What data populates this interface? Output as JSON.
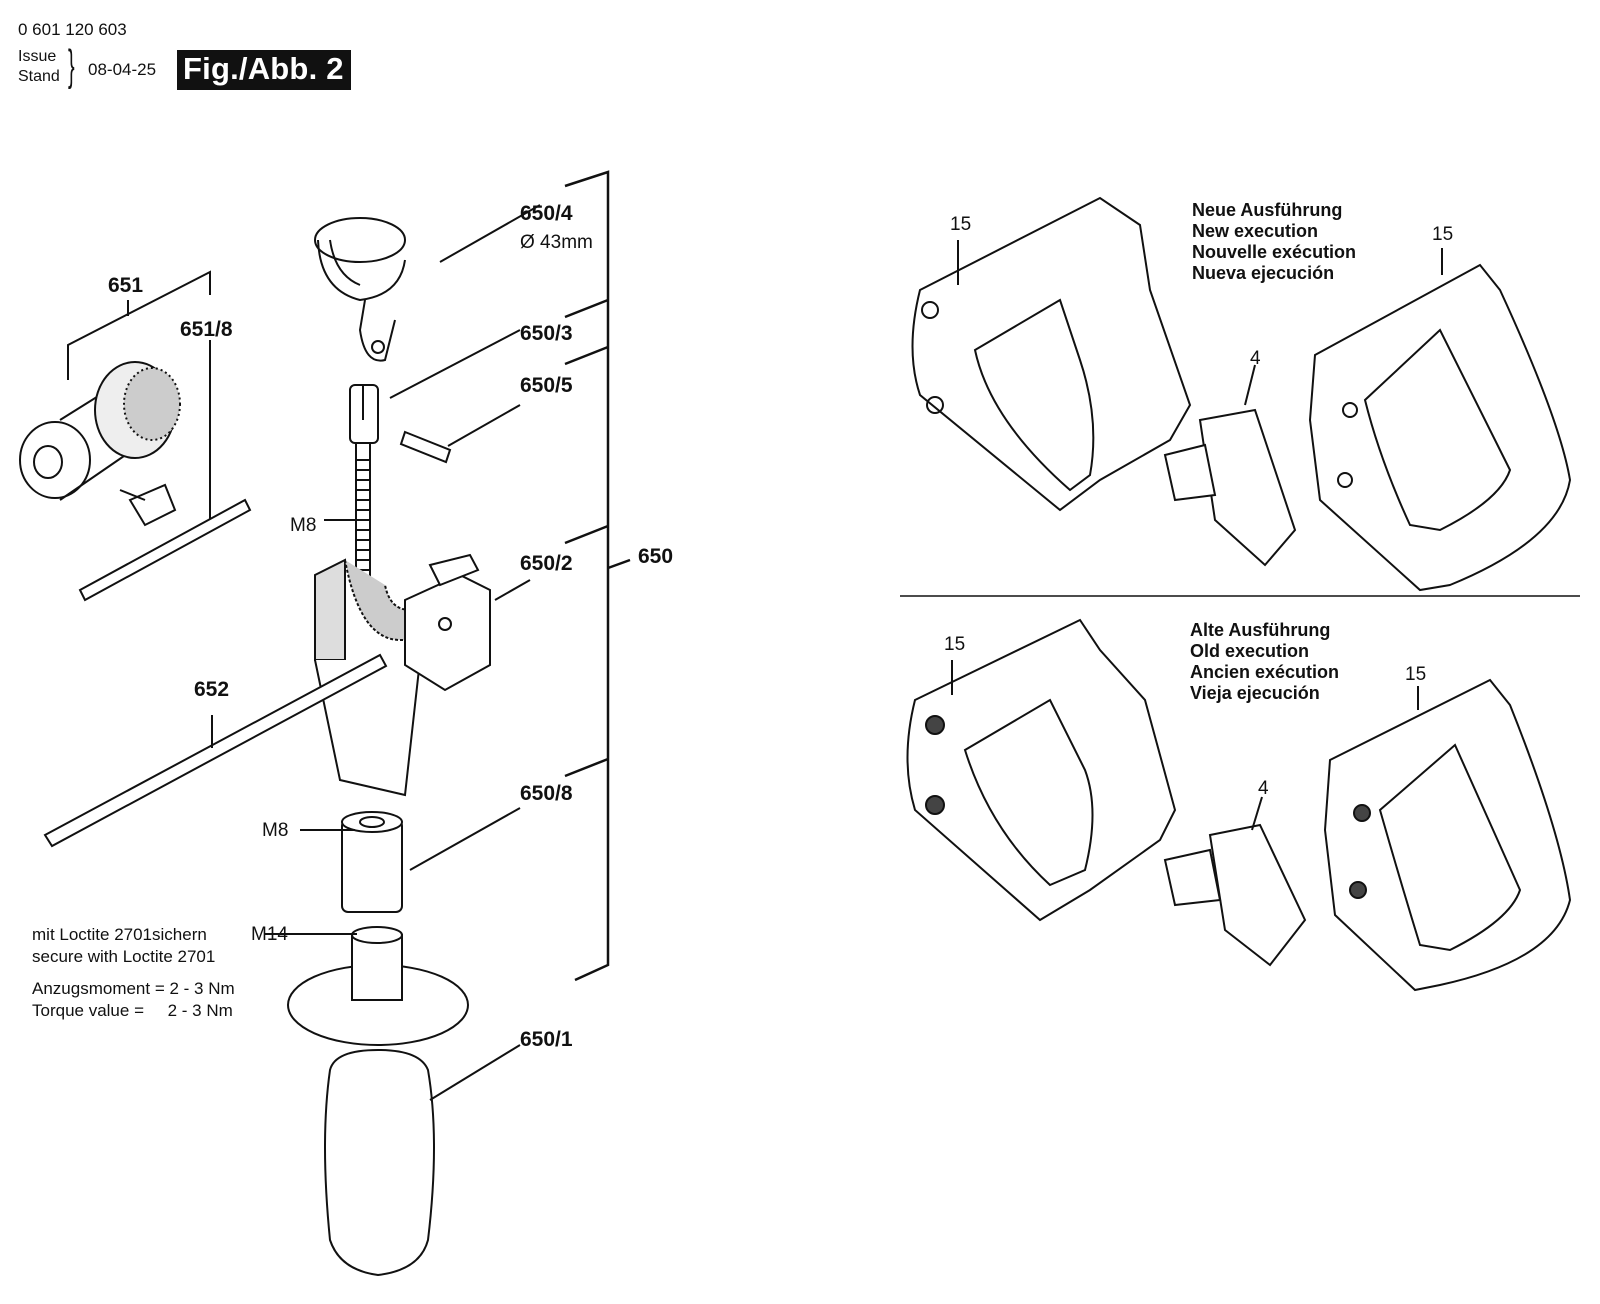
{
  "header": {
    "part_number": "0 601 120 603",
    "issue_label": "Issue",
    "stand_label": "Stand",
    "date": "08-04-25",
    "figure": "Fig./Abb. 2"
  },
  "labels": {
    "p651": "651",
    "p651_8": "651/8",
    "p650_4": "650/4",
    "p650_4_dim": "Ø 43mm",
    "p650_3": "650/3",
    "p650_5": "650/5",
    "m8_top": "M8",
    "p650_2": "650/2",
    "p650": "650",
    "p652": "652",
    "p650_8": "650/8",
    "m8_bottom": "M8",
    "m14": "M14",
    "p650_1": "650/1",
    "new_15_left": "15",
    "new_15_right": "15",
    "new_4": "4",
    "old_15_left": "15",
    "old_15_right": "15",
    "old_4": "4"
  },
  "note": {
    "line1": "mit Loctite 2701sichern",
    "line2": "secure with Loctite 2701",
    "torque_de": "Anzugsmoment = 2 - 3 Nm",
    "torque_en": "Torque value =     2 - 3 Nm"
  },
  "new_execution": [
    "Neue Ausführung",
    "New execution",
    "Nouvelle exécution",
    "Nueva ejecución"
  ],
  "old_execution": [
    "Alte Ausführung",
    "Old execution",
    "Ancien exécution",
    "Vieja ejecución"
  ]
}
